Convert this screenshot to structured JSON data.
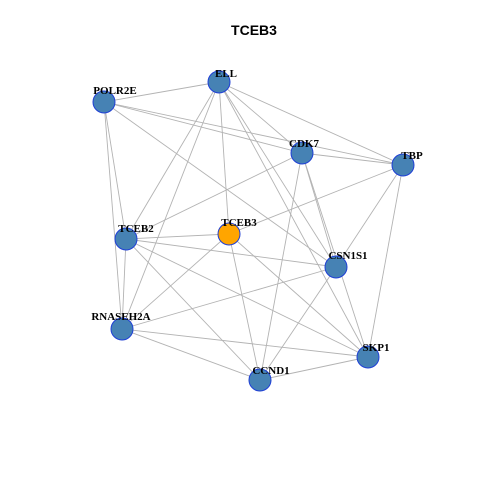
{
  "title": "TCEB3",
  "colors": {
    "node_fill": "#4682b4",
    "node_stroke": "#1f3fd6",
    "focus_fill": "#ffa500",
    "edge": "#b3b3b3"
  },
  "network": {
    "nodes": [
      {
        "id": "ELL",
        "label": "ELL",
        "focus": false
      },
      {
        "id": "POLR2E",
        "label": "POLR2E",
        "focus": false
      },
      {
        "id": "CDK7",
        "label": "CDK7",
        "focus": false
      },
      {
        "id": "TBP",
        "label": "TBP",
        "focus": false
      },
      {
        "id": "TCEB2",
        "label": "TCEB2",
        "focus": false
      },
      {
        "id": "TCEB3",
        "label": "TCEB3",
        "focus": true
      },
      {
        "id": "CSN1S1",
        "label": "CSN1S1",
        "focus": false
      },
      {
        "id": "RNASEH2A",
        "label": "RNASEH2A",
        "focus": false
      },
      {
        "id": "SKP1",
        "label": "SKP1",
        "focus": false
      },
      {
        "id": "CCND1",
        "label": "CCND1",
        "focus": false
      }
    ],
    "edges": [
      [
        "ELL",
        "POLR2E"
      ],
      [
        "ELL",
        "CDK7"
      ],
      [
        "ELL",
        "TBP"
      ],
      [
        "ELL",
        "TCEB2"
      ],
      [
        "ELL",
        "TCEB3"
      ],
      [
        "ELL",
        "CSN1S1"
      ],
      [
        "ELL",
        "RNASEH2A"
      ],
      [
        "ELL",
        "SKP1"
      ],
      [
        "POLR2E",
        "CDK7"
      ],
      [
        "POLR2E",
        "TBP"
      ],
      [
        "POLR2E",
        "TCEB2"
      ],
      [
        "POLR2E",
        "RNASEH2A"
      ],
      [
        "POLR2E",
        "CSN1S1"
      ],
      [
        "CDK7",
        "TBP"
      ],
      [
        "CDK7",
        "TCEB2"
      ],
      [
        "CDK7",
        "CSN1S1"
      ],
      [
        "CDK7",
        "SKP1"
      ],
      [
        "CDK7",
        "CCND1"
      ],
      [
        "TBP",
        "TCEB3"
      ],
      [
        "TBP",
        "CSN1S1"
      ],
      [
        "TBP",
        "SKP1"
      ],
      [
        "TCEB2",
        "TCEB3"
      ],
      [
        "TCEB2",
        "CSN1S1"
      ],
      [
        "TCEB2",
        "RNASEH2A"
      ],
      [
        "TCEB2",
        "CCND1"
      ],
      [
        "TCEB2",
        "SKP1"
      ],
      [
        "TCEB3",
        "RNASEH2A"
      ],
      [
        "TCEB3",
        "CCND1"
      ],
      [
        "TCEB3",
        "SKP1"
      ],
      [
        "CSN1S1",
        "RNASEH2A"
      ],
      [
        "CSN1S1",
        "CCND1"
      ],
      [
        "RNASEH2A",
        "CCND1"
      ],
      [
        "RNASEH2A",
        "SKP1"
      ],
      [
        "SKP1",
        "CCND1"
      ]
    ]
  }
}
